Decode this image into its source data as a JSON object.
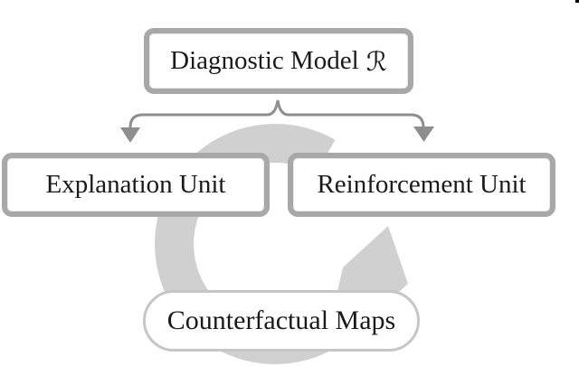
{
  "figure": {
    "title": "Diagnostic model architecture diagram",
    "nodes": {
      "diagnostic": {
        "label": "Diagnostic Model",
        "symbol": "ℛ"
      },
      "explanation": {
        "label": "Explanation Unit"
      },
      "reinforcement": {
        "label": "Reinforcement Unit"
      },
      "counterfactual": {
        "label": "Counterfactual Maps"
      }
    },
    "icons": {
      "split_arrow": "brace-split-down-arrows",
      "cycle_arrow": "counterclockwise-cycle-arrow"
    },
    "colors": {
      "ring": "#d0d0d0",
      "box_border": "#a8a8a8",
      "pill_border": "#c6c6c6",
      "connector": "#8e8e8e",
      "text": "#1a1a1a",
      "background": "#ffffff"
    }
  }
}
